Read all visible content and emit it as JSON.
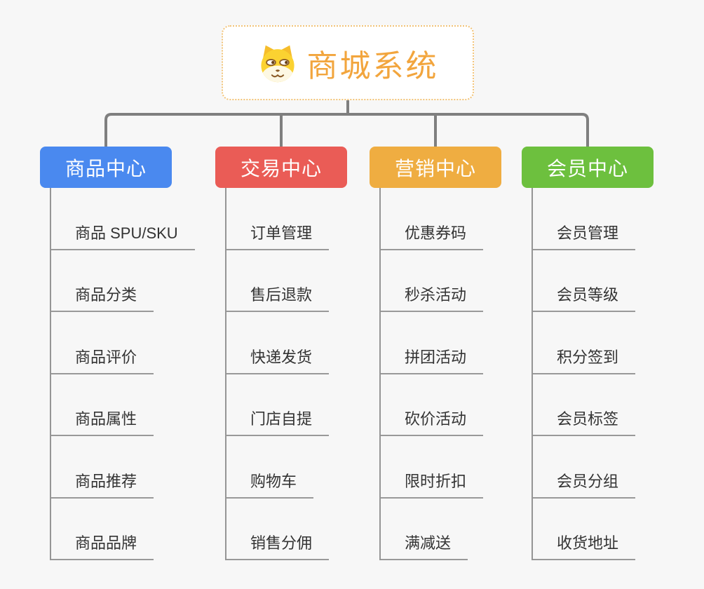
{
  "root": {
    "title": "商城系统",
    "icon": "shiba-dog-icon",
    "title_color": "#f2a53d",
    "border_color": "#f2c377"
  },
  "connector_color": "#7f7f7f",
  "underline_color": "#999999",
  "branches": [
    {
      "label": "商品中心",
      "color": "#4a89ef",
      "items": [
        "商品 SPU/SKU",
        "商品分类",
        "商品评价",
        "商品属性",
        "商品推荐",
        "商品品牌"
      ]
    },
    {
      "label": "交易中心",
      "color": "#ea5c56",
      "items": [
        "订单管理",
        "售后退款",
        "快递发货",
        "门店自提",
        "购物车",
        "销售分佣"
      ]
    },
    {
      "label": "营销中心",
      "color": "#efad41",
      "items": [
        "优惠券码",
        "秒杀活动",
        "拼团活动",
        "砍价活动",
        "限时折扣",
        "满减送"
      ]
    },
    {
      "label": "会员中心",
      "color": "#6dc03e",
      "items": [
        "会员管理",
        "会员等级",
        "积分签到",
        "会员标签",
        "会员分组",
        "收货地址"
      ]
    }
  ]
}
